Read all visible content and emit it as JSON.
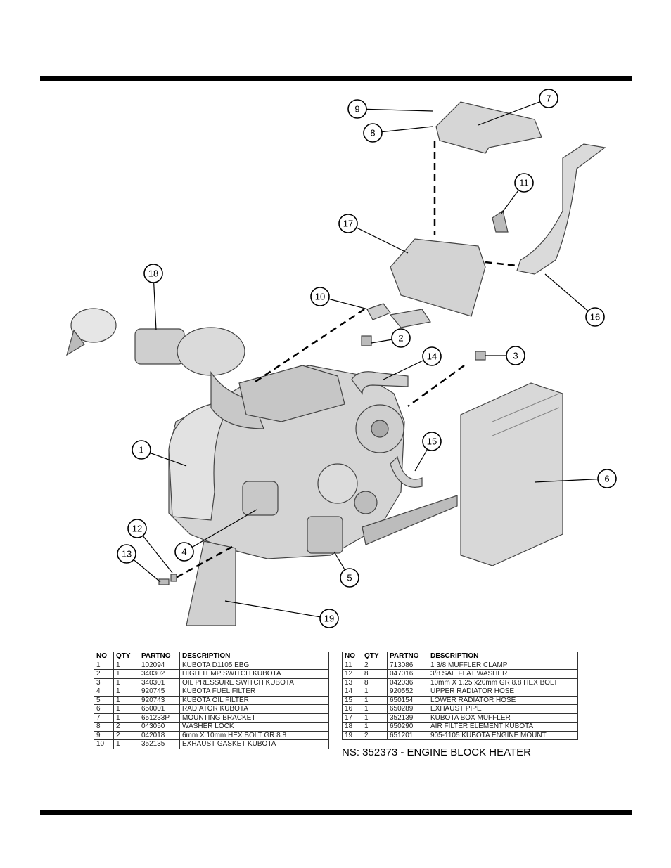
{
  "callouts": [
    "1",
    "2",
    "3",
    "4",
    "5",
    "6",
    "7",
    "8",
    "9",
    "10",
    "11",
    "12",
    "13",
    "14",
    "15",
    "16",
    "17",
    "18",
    "19"
  ],
  "table_headers": {
    "no": "NO",
    "qty": "QTY",
    "partno": "PARTNO",
    "description": "DESCRIPTION"
  },
  "parts_left": [
    {
      "no": "1",
      "qty": "1",
      "partno": "102094",
      "description": "KUBOTA D1105 EBG"
    },
    {
      "no": "2",
      "qty": "1",
      "partno": "340302",
      "description": "HIGH TEMP SWITCH KUBOTA"
    },
    {
      "no": "3",
      "qty": "1",
      "partno": "340301",
      "description": "OIL PRESSURE SWITCH KUBOTA"
    },
    {
      "no": "4",
      "qty": "1",
      "partno": "920745",
      "description": "KUBOTA FUEL FILTER"
    },
    {
      "no": "5",
      "qty": "1",
      "partno": "920743",
      "description": "KUBOTA OIL FILTER"
    },
    {
      "no": "6",
      "qty": "1",
      "partno": "650001",
      "description": "RADIATOR KUBOTA"
    },
    {
      "no": "7",
      "qty": "1",
      "partno": "651233P",
      "description": "MOUNTING BRACKET"
    },
    {
      "no": "8",
      "qty": "2",
      "partno": "043050",
      "description": "WASHER LOCK"
    },
    {
      "no": "9",
      "qty": "2",
      "partno": "042018",
      "description": "6mm X 10mm HEX BOLT GR 8.8"
    },
    {
      "no": "10",
      "qty": "1",
      "partno": "352135",
      "description": "EXHAUST GASKET KUBOTA"
    }
  ],
  "parts_right": [
    {
      "no": "11",
      "qty": "2",
      "partno": "713086",
      "description": "1 3/8 MUFFLER CLAMP"
    },
    {
      "no": "12",
      "qty": "8",
      "partno": "047016",
      "description": "3/8 SAE FLAT WASHER"
    },
    {
      "no": "13",
      "qty": "8",
      "partno": "042036",
      "description": "10mm X 1.25 x20mm GR 8.8 HEX BOLT"
    },
    {
      "no": "14",
      "qty": "1",
      "partno": "920552",
      "description": "UPPER RADIATOR HOSE"
    },
    {
      "no": "15",
      "qty": "1",
      "partno": "650154",
      "description": "LOWER RADIATOR HOSE"
    },
    {
      "no": "16",
      "qty": "1",
      "partno": "650289",
      "description": "EXHAUST PIPE"
    },
    {
      "no": "17",
      "qty": "1",
      "partno": "352139",
      "description": "KUBOTA BOX MUFFLER"
    },
    {
      "no": "18",
      "qty": "1",
      "partno": "650290",
      "description": "AIR FILTER ELEMENT KUBOTA"
    },
    {
      "no": "19",
      "qty": "2",
      "partno": "651201",
      "description": "905-1105 KUBOTA ENGINE MOUNT"
    }
  ],
  "note": "NS: 352373 - ENGINE BLOCK HEATER"
}
